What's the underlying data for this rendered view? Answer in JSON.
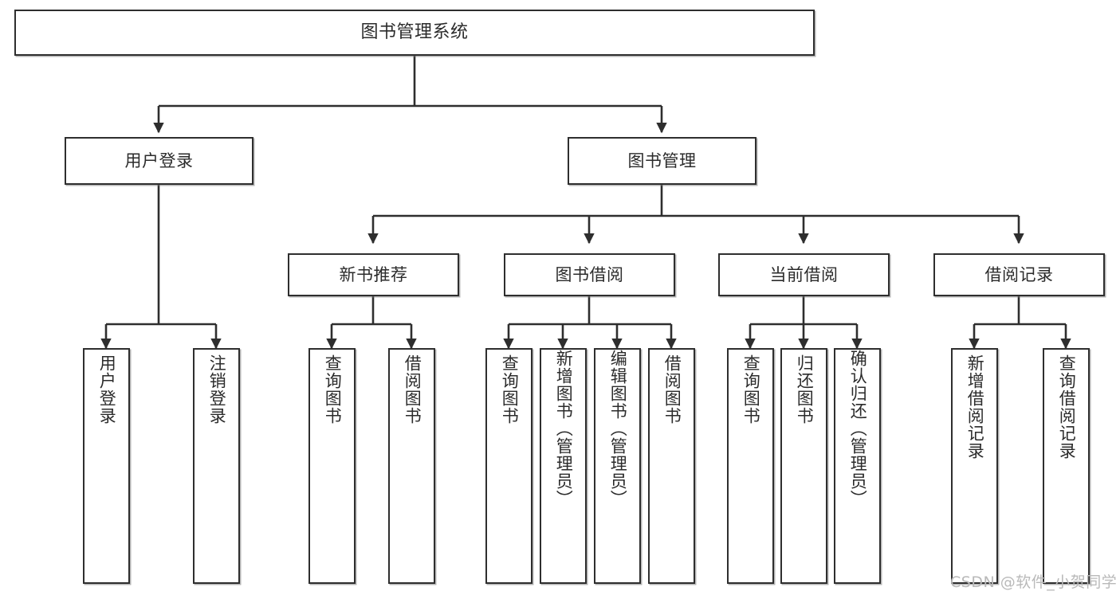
{
  "diagram": {
    "title": "图书管理系统",
    "type": "tree",
    "background_color": "#ffffff",
    "line_color": "#2e2e2e",
    "text_color": "#2b2b2b"
  },
  "nodes": {
    "root": {
      "label": "图书管理系统",
      "level": 1
    },
    "level2": [
      {
        "id": "user-login",
        "label": "用户登录"
      },
      {
        "id": "book-manage",
        "label": "图书管理"
      }
    ],
    "level3": [
      {
        "id": "new-book-recommend",
        "label": "新书推荐"
      },
      {
        "id": "book-borrow",
        "label": "图书借阅"
      },
      {
        "id": "current-borrow",
        "label": "当前借阅"
      },
      {
        "id": "borrow-record",
        "label": "借阅记录"
      }
    ],
    "leaves": {
      "user-login": [
        {
          "id": "leaf-user-login",
          "label": "用户登录"
        },
        {
          "id": "leaf-user-logout",
          "label": "注销登录"
        }
      ],
      "new-book-recommend": [
        {
          "id": "leaf-query-book-1",
          "label": "查询图书"
        },
        {
          "id": "leaf-borrow-book-1",
          "label": "借阅图书"
        }
      ],
      "book-borrow": [
        {
          "id": "leaf-query-book-2",
          "label": "查询图书"
        },
        {
          "id": "leaf-add-book",
          "label": "新增图书（管理员）"
        },
        {
          "id": "leaf-edit-book",
          "label": "编辑图书（管理员）"
        },
        {
          "id": "leaf-borrow-book-2",
          "label": "借阅图书"
        }
      ],
      "current-borrow": [
        {
          "id": "leaf-query-book-3",
          "label": "查询图书"
        },
        {
          "id": "leaf-return-book",
          "label": "归还图书"
        },
        {
          "id": "leaf-confirm-return",
          "label": "确认归还（管理员）"
        }
      ],
      "borrow-record": [
        {
          "id": "leaf-add-record",
          "label": "新增借阅记录"
        },
        {
          "id": "leaf-query-record",
          "label": "查询借阅记录"
        }
      ]
    }
  },
  "watermark": {
    "text": "CSDN @软件_小贺同学"
  }
}
